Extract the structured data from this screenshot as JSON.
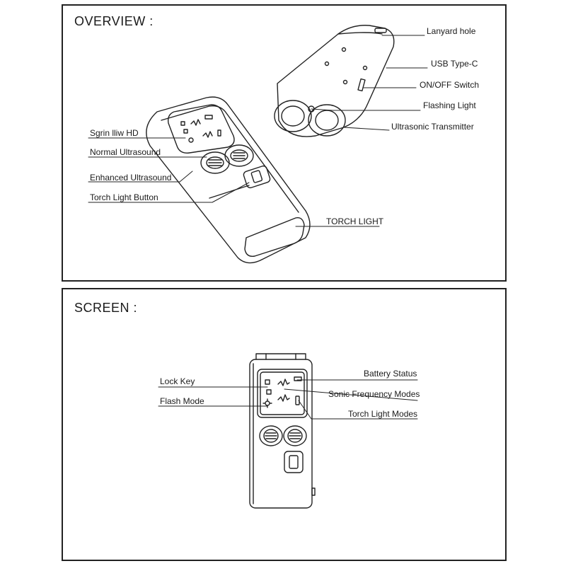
{
  "overview": {
    "title": "OVERVIEW :",
    "labels": {
      "lanyard_hole": "Lanyard hole",
      "usb_type_c": "USB Type-C",
      "on_off_switch": "ON/OFF Switch",
      "flashing_light": "Flashing Light",
      "ultrasonic_transmitter": "Ultrasonic Transmitter",
      "screen_hd": "Sgrin lliw HD",
      "normal_ultrasound": "Normal Ultrasound",
      "enhanced_ultrasound": "Enhanced Ultrasound",
      "torch_light_button": "Torch Light Button",
      "torch_light": "TORCH LIGHT"
    }
  },
  "screen": {
    "title": "SCREEN :",
    "labels": {
      "lock_key": "Lock Key",
      "flash_mode": "Flash Mode",
      "battery_status": "Battery Status",
      "sonic_frequency_modes": "Sonic Frequency Modes",
      "torch_light_modes": "Torch Light Modes"
    }
  },
  "colors": {
    "line": "#222222",
    "panel_border": "#222222",
    "background": "#ffffff"
  }
}
